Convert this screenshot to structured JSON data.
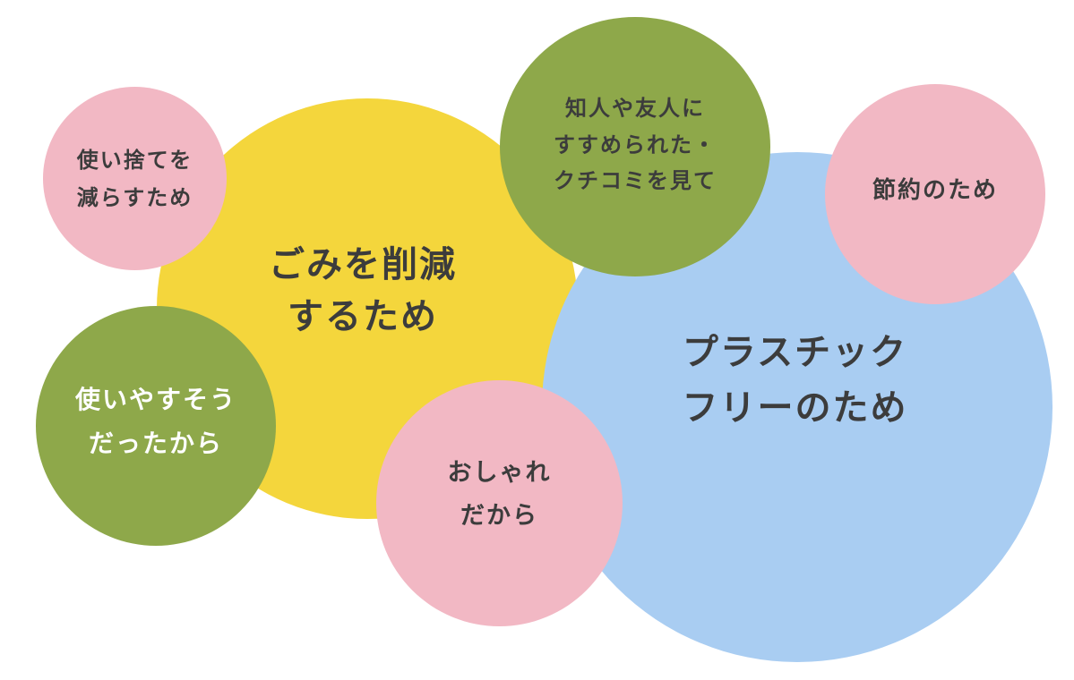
{
  "colors": {
    "pink": "#f2b8c4",
    "yellow": "#f4d63c",
    "green": "#8ea84a",
    "blue": "#a9cdf2",
    "text_dark": "#3c3c3c",
    "text_light": "#ffffff"
  },
  "bubbles": [
    {
      "id": "reduce-disposables",
      "label": "使い捨てを\n減らすため",
      "color": "pink",
      "size": "small"
    },
    {
      "id": "reduce-waste",
      "label": "ごみを削減\nするため",
      "color": "yellow",
      "size": "large"
    },
    {
      "id": "recommended",
      "label": "知人や友人に\nすすめられた・\nクチコミを見て",
      "color": "green",
      "size": "medium"
    },
    {
      "id": "save-money",
      "label": "節約のため",
      "color": "pink",
      "size": "small"
    },
    {
      "id": "plastic-free",
      "label": "プラスチック\nフリーのため",
      "color": "blue",
      "size": "large"
    },
    {
      "id": "easy-to-use",
      "label": "使いやすそう\nだったから",
      "color": "green",
      "size": "medium"
    },
    {
      "id": "stylish",
      "label": "おしゃれ\nだから",
      "color": "pink",
      "size": "medium"
    }
  ]
}
